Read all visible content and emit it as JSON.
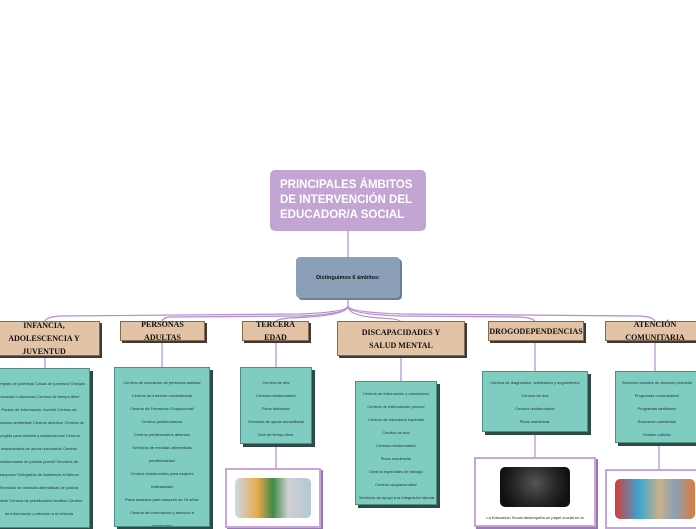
{
  "central": {
    "title": "PRINCIPALES ÁMBITOS DE INTERVENCIÓN DEL EDUCADOR/A SOCIAL"
  },
  "subtopic": {
    "label": "Distinguimos 6 ámbitos:"
  },
  "categories": [
    {
      "label": "INFANCIA, ADOLESCENCIA Y JUVENTUD",
      "items": [
        "Albergues de juventud/ Casas de juventud/ Granjas",
        "escuelas/ Ludotecas/ Centros de tiempo libre/",
        "Puntos de Información Juvenil/ Centros de",
        "educación ambiental/ Centros abiertos/ Centros de",
        "acogida para infancia y adolescencia/ Centros",
        "residenciales de acción educativa/ Centros",
        "residenciales de justicia juvenil/ Servicios de",
        "adopción/ Delegados de Asistencia al Menor/",
        "Servicios de medidas alternativas de justicia",
        "juvenil/ Centros de planificación familiar/ Centros",
        "de información y atención a la infancia"
      ]
    },
    {
      "label": "PERSONAS ADULTAS",
      "items": [
        "Centros de educación de personas adultas/",
        "Centros de inserción sociolaboral/",
        "Centros de Formación Ocupacional/",
        "Centros penitenciarios/",
        "Centros penitenciarios abiertos/",
        "Servicios de medidas alternativas",
        "penitenciarias/",
        "Centros residenciales para mujeres",
        "maltratadas/",
        "Pisos asistidos para mayores de 18 años/",
        "Centros de información y atención a",
        "inmigrantes"
      ]
    },
    {
      "label": "TERCERA EDAD",
      "items": [
        "Centros de día/",
        "Centros residenciales/",
        "Pisos tutelados/",
        "Servicios de ayuda domiciliaria/",
        "Club de tiempo libre."
      ]
    },
    {
      "label": "DISCAPACIDADES Y SALUD MENTAL",
      "items": [
        "Centros de información y orientación/",
        "Centros de estimulación precoz/",
        "Centros de educación especial/",
        "Centros de día/",
        "Centros residenciales/",
        "Pisos-residencia/",
        "Centros especiales de trabajo/",
        "Centros ocupacionales/",
        "Servicios de apoyo a la integración laboral."
      ]
    },
    {
      "label": "DROGODEPENDENCIAS",
      "items": [
        "Centros de diagnóstico, orientación y seguimiento/",
        "Centros de día/",
        "Centros residenciales/",
        "Pisos-residencia."
      ],
      "caption": "La Educación Social desempeña un papel crucial en la"
    },
    {
      "label": "ATENCIÓN COMUNITARIA",
      "items": [
        "Servicios sociales de atención primaria/",
        "Programas comunitarios/",
        "Programas familiares/",
        "Educación ambiental/",
        "Gestión cultural."
      ]
    }
  ],
  "colors": {
    "central": "#c3a5d3",
    "subtopic": "#8c9fb8",
    "category": "#e2c3a5",
    "list": "#7ecdc0",
    "link": "#b48bd0"
  }
}
